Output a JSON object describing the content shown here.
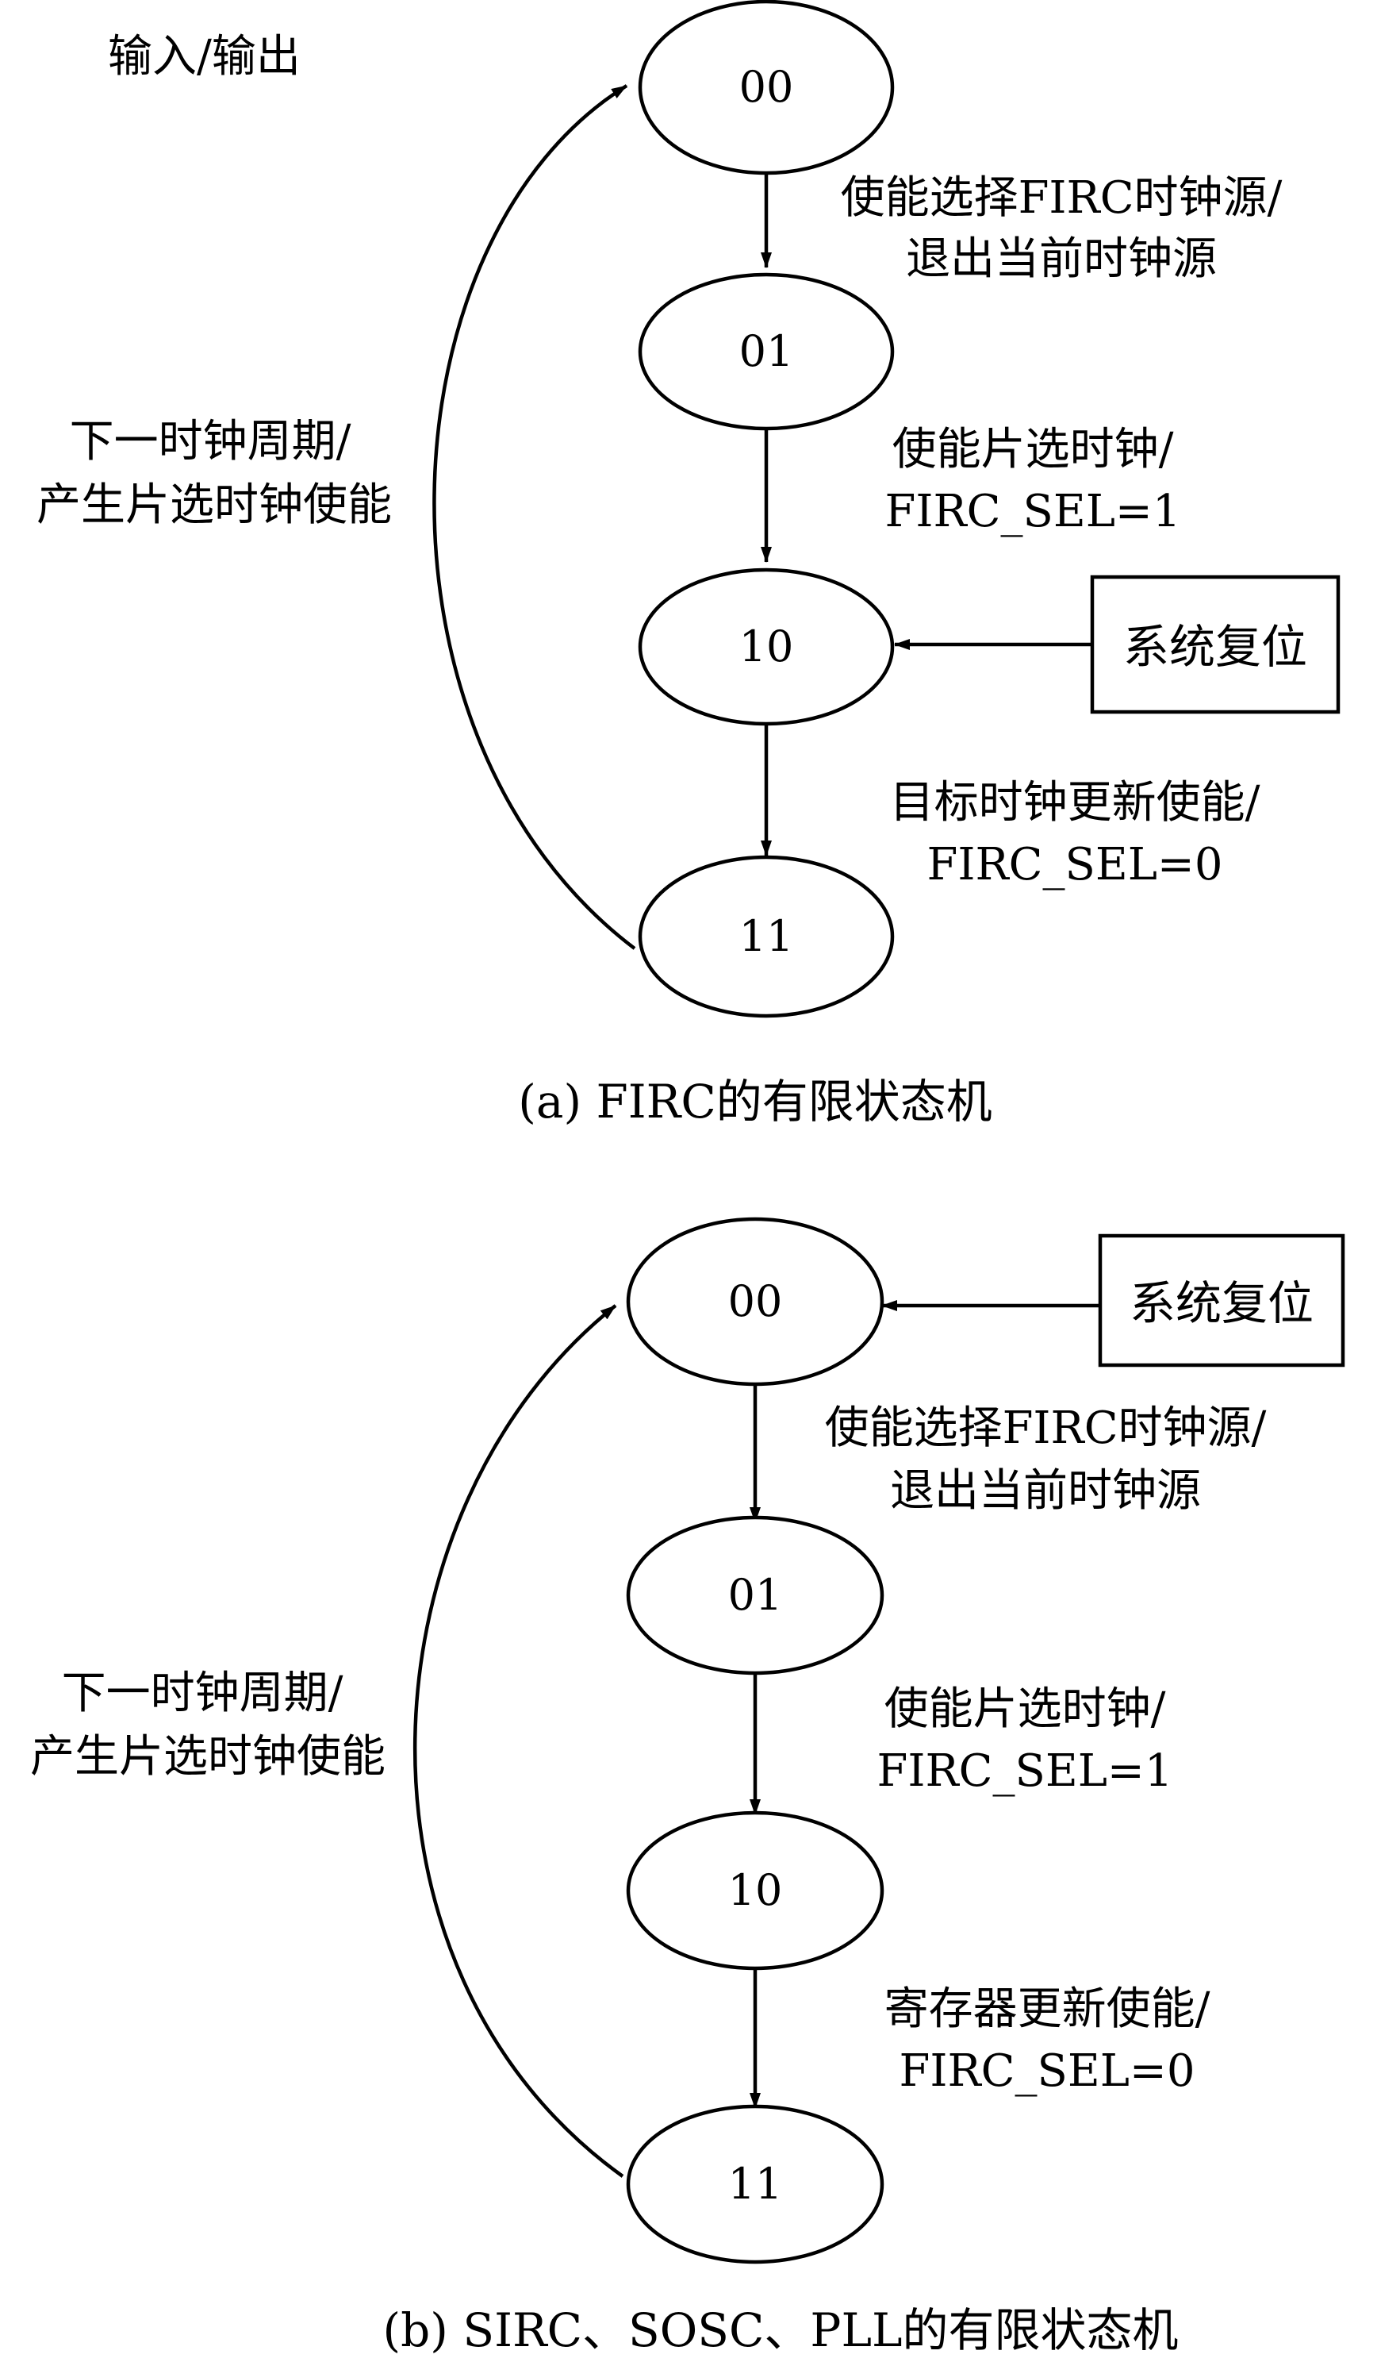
{
  "legend": "输入/输出",
  "panel_a": {
    "caption": "(a) FIRC的有限状态机",
    "states": [
      "00",
      "01",
      "10",
      "11"
    ],
    "reset_box": "系统复位",
    "t1": [
      "使能选择FIRC时钟源/",
      "退出当前时钟源"
    ],
    "t2": [
      "使能片选时钟/",
      "FIRC_SEL=1"
    ],
    "t3": [
      "目标时钟更新使能/",
      "FIRC_SEL=0"
    ],
    "loop": [
      "下一时钟周期/",
      "产生片选时钟使能"
    ]
  },
  "panel_b": {
    "caption": "(b) SIRC、SOSC、PLL的有限状态机",
    "states": [
      "00",
      "01",
      "10",
      "11"
    ],
    "reset_box": "系统复位",
    "t1": [
      "使能选择FIRC时钟源/",
      "退出当前时钟源"
    ],
    "t2": [
      "使能片选时钟/",
      "FIRC_SEL=1"
    ],
    "t3": [
      "寄存器更新使能/",
      "FIRC_SEL=0"
    ],
    "loop": [
      "下一时钟周期/",
      "产生片选时钟使能"
    ]
  }
}
